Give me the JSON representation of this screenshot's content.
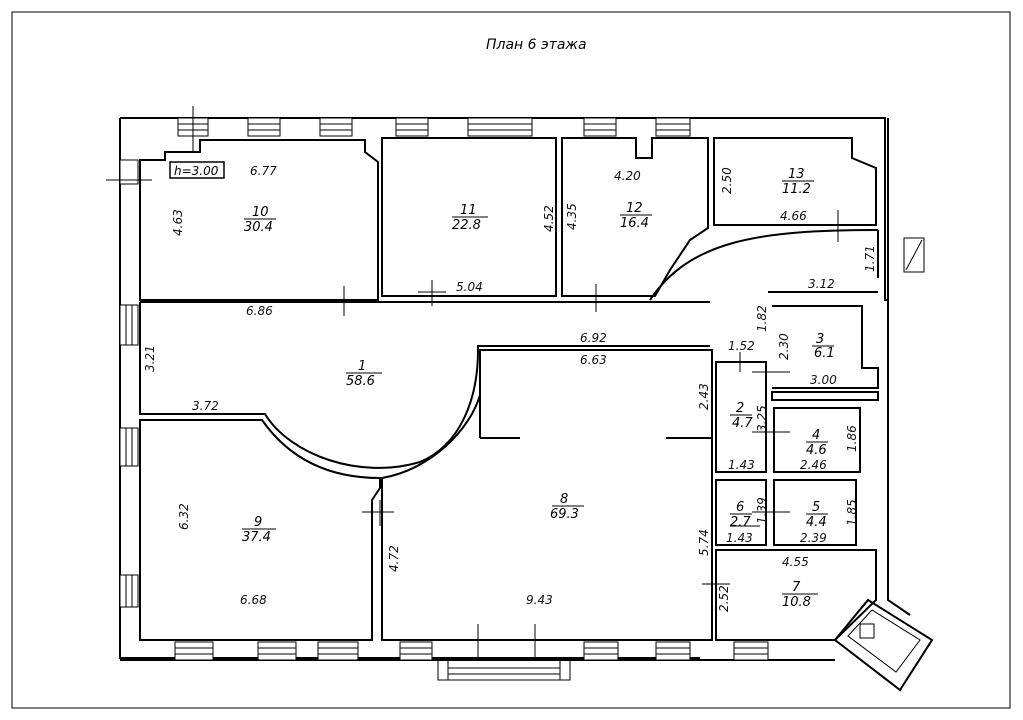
{
  "title": "План 6 этажа",
  "height_label": "h=3.00",
  "rooms": [
    {
      "num": "1",
      "area": "58.6"
    },
    {
      "num": "2",
      "area": "4.7"
    },
    {
      "num": "3",
      "area": "6.1"
    },
    {
      "num": "4",
      "area": "4.6"
    },
    {
      "num": "5",
      "area": "4.4"
    },
    {
      "num": "6",
      "area": "2.7"
    },
    {
      "num": "7",
      "area": "10.8"
    },
    {
      "num": "8",
      "area": "69.3"
    },
    {
      "num": "9",
      "area": "37.4"
    },
    {
      "num": "10",
      "area": "30.4"
    },
    {
      "num": "11",
      "area": "22.8"
    },
    {
      "num": "12",
      "area": "16.4"
    },
    {
      "num": "13",
      "area": "11.2"
    }
  ],
  "dimensions": [
    "6.77",
    "4.63",
    "4.52",
    "4.35",
    "4.20",
    "2.50",
    "4.66",
    "1.71",
    "5.04",
    "6.86",
    "3.21",
    "6.92",
    "6.63",
    "3.72",
    "2.43",
    "1.82",
    "3.12",
    "1.52",
    "2.30",
    "3.00",
    "3.25",
    "1.86",
    "1.43",
    "2.46",
    "1.39",
    "1.85",
    "1.43",
    "2.39",
    "6.32",
    "6.68",
    "4.72",
    "9.43",
    "5.74",
    "4.55",
    "2.52"
  ]
}
